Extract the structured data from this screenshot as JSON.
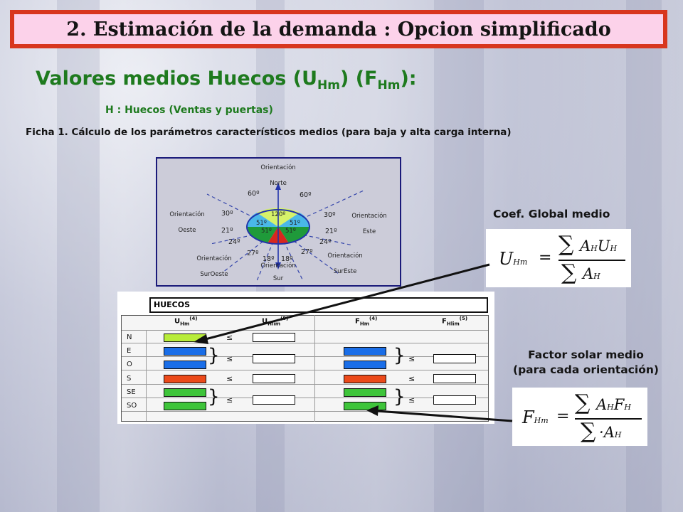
{
  "title": "2. Estimación de la demanda : Opcion simplificado",
  "heading": {
    "main": "Valores medios Huecos (U",
    "sub1": "Hm",
    "mid": ") (F",
    "sub2": "Hm",
    "end": "):"
  },
  "subheading": "H : Huecos (Ventas y puertas)",
  "ficha": "Ficha 1. Cálculo de los parámetros característicos medios (para baja y alta carga interna)",
  "orientation": {
    "labels": {
      "north": [
        "Orientación",
        "Norte"
      ],
      "west": [
        "Orientación",
        "Oeste"
      ],
      "east": [
        "Orientación",
        "Este"
      ],
      "southwest": [
        "Orientación",
        "SurOeste"
      ],
      "southeast": [
        "Orientación",
        "SurEste"
      ],
      "south": [
        "Orientación",
        "Sur"
      ]
    },
    "angles": {
      "n_left": "60º",
      "n_right": "60º",
      "w_top": "30º",
      "e_top": "30º",
      "w_mid": "21º",
      "e_mid": "21º",
      "w_low": "24º",
      "e_low": "24º",
      "sw": "27º",
      "se": "27º",
      "s_left": "18º",
      "s_right": "18º",
      "center_top": "120º",
      "inner_left_top": "51º",
      "inner_right_top": "51º",
      "inner_left_bot": "51º",
      "inner_right_bot": "51º"
    },
    "colors": {
      "north": "#d6f26a",
      "east_west": "#4ab8e8",
      "green": "#1f9a3a",
      "south": "#d8281e"
    }
  },
  "table": {
    "header": "HUECOS",
    "col_u": "U",
    "col_u_sub": "Hm",
    "col_u_sup": "(4)",
    "col_ul": "U",
    "col_ul_sub": "Hlim",
    "col_ul_sup": "(5)",
    "col_f": "F",
    "col_f_sub": "Hm",
    "col_f_sup": "(4)",
    "col_fl": "F",
    "col_fl_sub": "Hlim",
    "col_fl_sup": "(5)",
    "rows": [
      {
        "label": "N",
        "u_color": "#b8ec3a",
        "f_color": null
      },
      {
        "label": "E",
        "u_color": "#1a6ee8",
        "f_color": "#1a6ee8"
      },
      {
        "label": "O",
        "u_color": "#1a6ee8",
        "f_color": "#1a6ee8"
      },
      {
        "label": "S",
        "u_color": "#ec4a1a",
        "f_color": "#ec4a1a"
      },
      {
        "label": "SE",
        "u_color": "#3ec43a",
        "f_color": "#3ec43a"
      },
      {
        "label": "SO",
        "u_color": "#3ec43a",
        "f_color": "#3ec43a"
      }
    ],
    "leq": "≤"
  },
  "coef_label": "Coef. Global medio",
  "factor_label": [
    "Factor solar medio",
    "(para cada orientación)"
  ],
  "formula_u": {
    "lhs": "U",
    "lhs_sub": "Hm",
    "eq": "=",
    "num_a": "A",
    "num_a_sub": "H",
    "num_u": "U",
    "num_u_sub": "H",
    "den_a": "A",
    "den_a_sub": "H",
    "sigma": "∑"
  },
  "formula_f": {
    "lhs": "F",
    "lhs_sub": "Hm",
    "eq": "=",
    "num_a": "A",
    "num_a_sub": "H",
    "num_f": "F",
    "num_f_sub": "H",
    "den_a": "A",
    "den_a_sub": "H",
    "sigma": "∑",
    "dot": "·"
  }
}
